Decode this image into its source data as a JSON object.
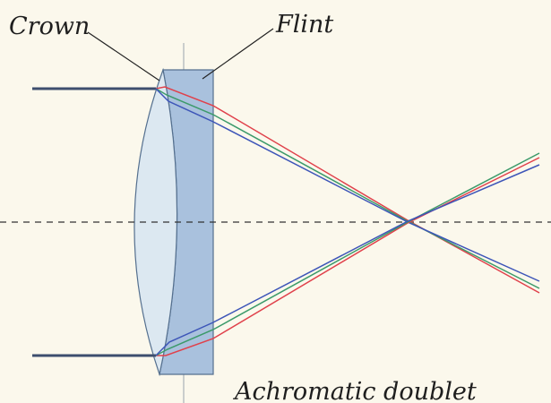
{
  "labels": {
    "crown": "Crown",
    "flint": "Flint",
    "caption": "Achromatic doublet"
  },
  "colors": {
    "background": "#fbf8ec",
    "crown_glass_fill": "#dce8f1",
    "flint_glass_fill": "#a9c1dd",
    "lens_edge": "#55708f",
    "incident_ray": "#3d4e6e",
    "axis": "#333333",
    "ray_red": "#e0414b",
    "ray_green": "#3c9a6a",
    "ray_blue": "#3d55b8"
  },
  "rays": {
    "colors": [
      "red",
      "green",
      "blue"
    ]
  }
}
